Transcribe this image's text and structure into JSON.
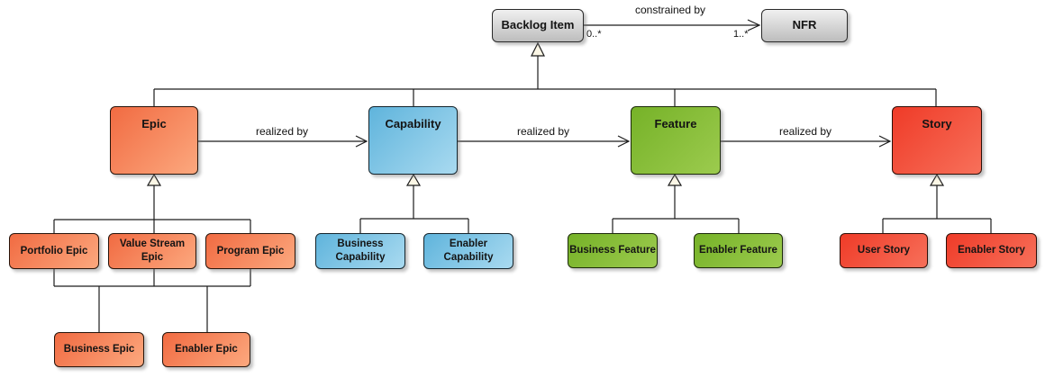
{
  "nodes": {
    "backlog_item": {
      "label": "Backlog Item",
      "color": "gray"
    },
    "nfr": {
      "label": "NFR",
      "color": "gray"
    },
    "epic": {
      "label": "Epic",
      "color": "orange"
    },
    "capability": {
      "label": "Capability",
      "color": "blue"
    },
    "feature": {
      "label": "Feature",
      "color": "green"
    },
    "story": {
      "label": "Story",
      "color": "red"
    },
    "portfolio_epic": {
      "label": "Portfolio Epic",
      "color": "orange"
    },
    "value_stream_epic": {
      "label": "Value Stream Epic",
      "color": "orange"
    },
    "program_epic": {
      "label": "Program Epic",
      "color": "orange"
    },
    "business_epic": {
      "label": "Business Epic",
      "color": "orange"
    },
    "enabler_epic": {
      "label": "Enabler Epic",
      "color": "orange"
    },
    "business_capability": {
      "label": "Business Capability",
      "color": "blue"
    },
    "enabler_capability": {
      "label": "Enabler Capability",
      "color": "blue"
    },
    "business_feature": {
      "label": "Business Feature",
      "color": "green"
    },
    "enabler_feature": {
      "label": "Enabler Feature",
      "color": "green"
    },
    "user_story": {
      "label": "User Story",
      "color": "red"
    },
    "enabler_story": {
      "label": "Enabler Story",
      "color": "red"
    }
  },
  "edges": {
    "constrained_by": {
      "label": "constrained by",
      "source_multiplicity": "0..*",
      "target_multiplicity": "1..*"
    },
    "epic_realized_by": {
      "label": "realized by"
    },
    "capability_realized_by": {
      "label": "realized by"
    },
    "feature_realized_by": {
      "label": "realized by"
    }
  },
  "colors": {
    "orange": {
      "from": "#F16B42",
      "to": "#FCA87E",
      "border": "#26140b",
      "angle": "135deg"
    },
    "blue": {
      "from": "#5FB4DC",
      "to": "#A9DAF0",
      "border": "#14242c",
      "angle": "135deg"
    },
    "green": {
      "from": "#76B228",
      "to": "#9CCB4E",
      "border": "#1c2a0a",
      "angle": "135deg"
    },
    "red": {
      "from": "#EF3B28",
      "to": "#F7705A",
      "border": "#2e0f08",
      "angle": "135deg"
    },
    "gray": {
      "from": "#F0F0F0",
      "to": "#BDBDBD",
      "border": "#2a2a2a",
      "angle": "180deg"
    },
    "line": "#1c1c1c",
    "triangle_fill": "#FCF7E6"
  }
}
